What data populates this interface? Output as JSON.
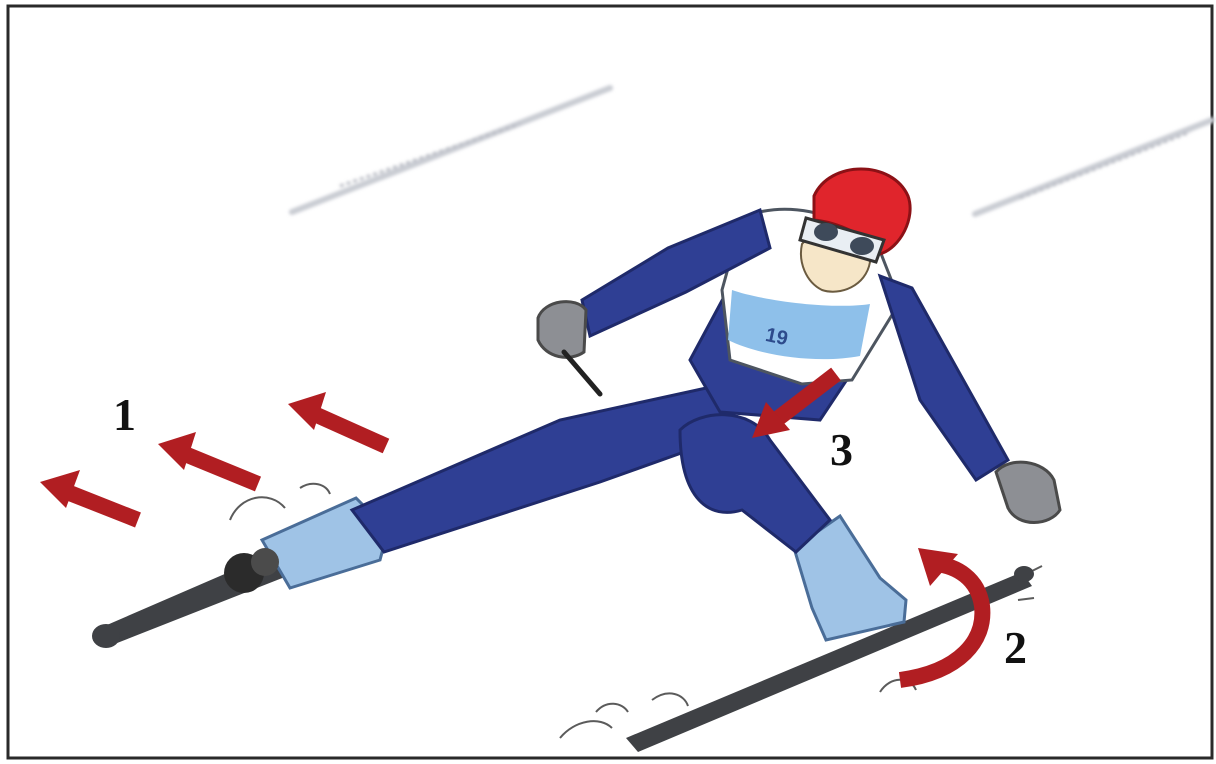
{
  "labels": {
    "arrow_group_1": "1",
    "arrow_2": "2",
    "arrow_3": "3"
  },
  "skier": {
    "bib_number": "19",
    "helmet_color": "#e0252c",
    "suit_color": "#2f3f94",
    "bib_color": "#8ec0ea"
  },
  "arrow_color": "#b11e22"
}
